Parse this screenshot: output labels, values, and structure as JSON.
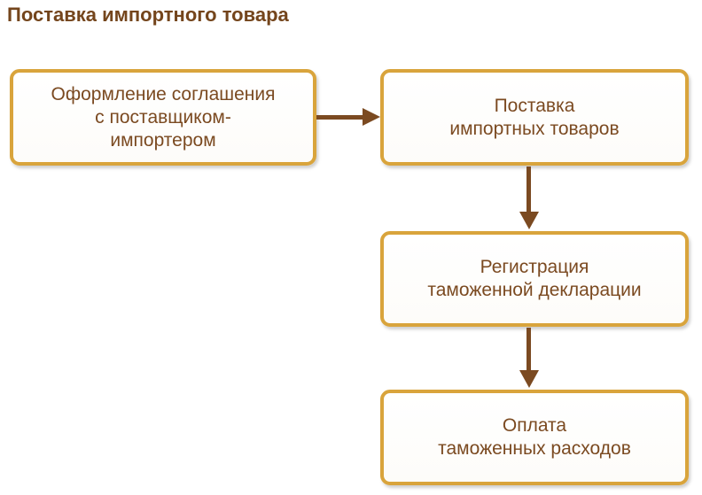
{
  "title": "Поставка импортного товара",
  "colors": {
    "title_text": "#74451c",
    "node_border": "#d9a43c",
    "node_text": "#7b4a21",
    "arrow": "#7b4a21",
    "background": "#ffffff"
  },
  "flowchart": {
    "nodes": [
      {
        "id": "supplier-agreement",
        "lines": [
          "Оформление соглашения",
          "с поставщиком-",
          "импортером"
        ]
      },
      {
        "id": "import-goods-delivery",
        "lines": [
          "Поставка",
          "импортных товаров"
        ]
      },
      {
        "id": "customs-declaration",
        "lines": [
          "Регистрация",
          "таможенной декларации"
        ]
      },
      {
        "id": "customs-payment",
        "lines": [
          "Оплата",
          "таможенных расходов"
        ]
      }
    ],
    "connections": [
      {
        "from": "supplier-agreement",
        "to": "import-goods-delivery",
        "direction": "right"
      },
      {
        "from": "import-goods-delivery",
        "to": "customs-declaration",
        "direction": "down"
      },
      {
        "from": "customs-declaration",
        "to": "customs-payment",
        "direction": "down"
      }
    ]
  }
}
